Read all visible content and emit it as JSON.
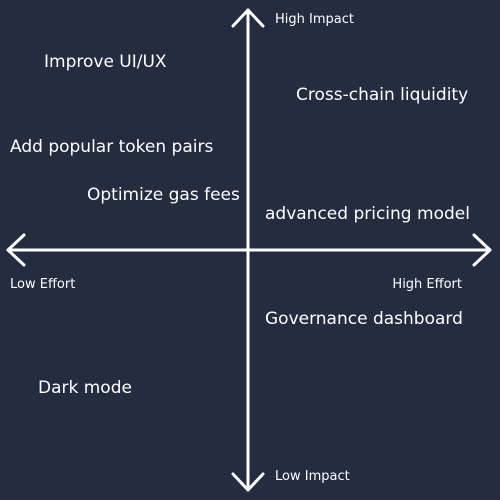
{
  "colors": {
    "background": "#252c40",
    "foreground": "#ffffff"
  },
  "axes": {
    "top": "High Impact",
    "bottom": "Low Impact",
    "left": "Low Effort",
    "right": "High Effort"
  },
  "items": [
    {
      "label": "Improve UI/UX"
    },
    {
      "label": "Cross-chain liquidity"
    },
    {
      "label": "Add popular token pairs"
    },
    {
      "label": "Optimize gas fees"
    },
    {
      "label": "advanced pricing model"
    },
    {
      "label": "Governance dashboard"
    },
    {
      "label": "Dark mode"
    }
  ]
}
